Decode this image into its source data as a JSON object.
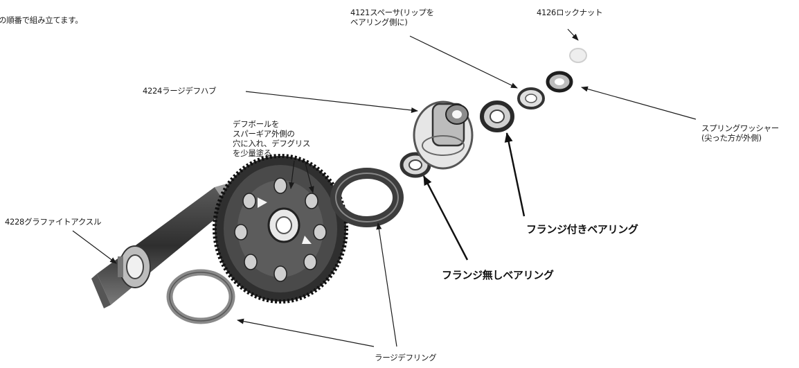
{
  "instruction_text": "の順番で組み立てます。",
  "labels": {
    "spacer": "4121スペーサ(リップを\nベアリング側に)",
    "lock_nut": "4126ロックナット",
    "large_diff_hub": "4224ラージデフハブ",
    "spring_washer": "スプリングワッシャー\n(尖った方が外側)",
    "diff_ball": "デフボールを\nスパーギア外側の\n穴に入れ、デフグリス\nを少量塗る",
    "flanged_bearing": "フランジ付きベアリング",
    "graphite_axle": "4228グラファイトアクスル",
    "unflanged_bearing": "フランジ無しベアリング",
    "large_diff_ring": "ラージデフリング"
  },
  "colors": {
    "ink": "#1a1a1a",
    "part_dark": "#3a3a3a",
    "part_mid": "#6b6b6b",
    "part_light": "#c8c8c8",
    "background": "#ffffff"
  }
}
